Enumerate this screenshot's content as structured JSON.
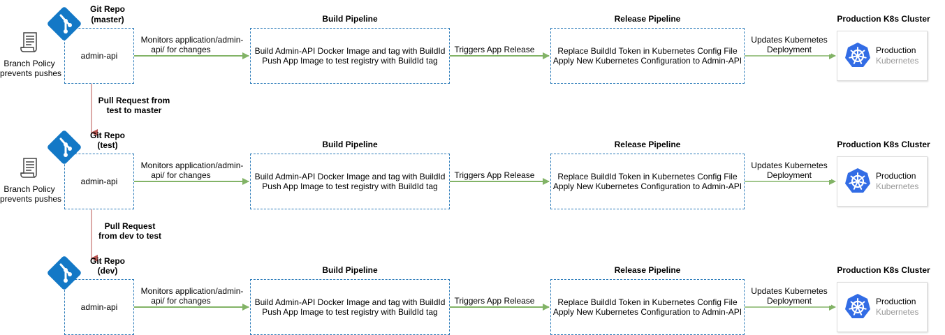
{
  "colors": {
    "dashed_border": "#2b7bb9",
    "git_blue": "#1378c6",
    "flow_arrow": "#82b366",
    "pr_arrow": "#b85450",
    "k8s_blue": "#326ce5"
  },
  "rows": [
    {
      "repo_title": "Git Repo",
      "repo_branch": "(master)",
      "repo_box_label": "admin-api",
      "policy_line1": "Branch Policy",
      "policy_line2": "prevents pushes",
      "monitor_line1": "Monitors application/admin-",
      "monitor_line2": "api/ for changes",
      "build_header": "Build Pipeline",
      "build_line1": "Build Admin-API Docker Image and tag with BuildId",
      "build_line2": "Push App Image to test registry with BuildId tag",
      "trigger_label": "Triggers App Release",
      "release_header": "Release Pipeline",
      "release_line1": "Replace BuildId Token in Kubernetes Config File",
      "release_line2": "Apply New Kubernetes Configuration to Admin-API",
      "update_line1": "Updates Kubernetes",
      "update_line2": "Deployment",
      "cluster_header": "Production K8s Cluster",
      "cluster_label": "Production",
      "cluster_sub": "Kubernetes",
      "icons": [
        "git-icon",
        "policy-document-icon",
        "kubernetes-icon"
      ]
    },
    {
      "repo_title": "Git Repo",
      "repo_branch": "(test)",
      "repo_box_label": "admin-api",
      "policy_line1": "Branch Policy",
      "policy_line2": "prevents pushes",
      "monitor_line1": "Monitors application/admin-",
      "monitor_line2": "api/ for changes",
      "build_header": "Build Pipeline",
      "build_line1": "Build Admin-API Docker Image and tag with BuildId",
      "build_line2": "Push App Image to test registry with BuildId tag",
      "trigger_label": "Triggers App Release",
      "release_header": "Release Pipeline",
      "release_line1": "Replace BuildId Token in Kubernetes Config File",
      "release_line2": "Apply New Kubernetes Configuration to Admin-API",
      "update_line1": "Updates Kubernetes",
      "update_line2": "Deployment",
      "cluster_header": "Production K8s Cluster",
      "cluster_label": "Production",
      "cluster_sub": "Kubernetes",
      "icons": [
        "git-icon",
        "policy-document-icon",
        "kubernetes-icon"
      ]
    },
    {
      "repo_title": "Git Repo",
      "repo_branch": "(dev)",
      "repo_box_label": "admin-api",
      "monitor_line1": "Monitors application/admin-",
      "monitor_line2": "api/ for changes",
      "build_header": "Build Pipeline",
      "build_line1": "Build Admin-API Docker Image and tag with BuildId",
      "build_line2": "Push App Image to test registry with BuildId tag",
      "trigger_label": "Triggers App Release",
      "release_header": "Release Pipeline",
      "release_line1": "Replace BuildId Token in Kubernetes Config File",
      "release_line2": "Apply New Kubernetes Configuration to Admin-API",
      "update_line1": "Updates Kubernetes",
      "update_line2": "Deployment",
      "cluster_header": "Production K8s Cluster",
      "cluster_label": "Production",
      "cluster_sub": "Kubernetes",
      "icons": [
        "git-icon",
        "kubernetes-icon"
      ]
    }
  ],
  "pull_requests": [
    {
      "line1": "Pull Request from",
      "line2": "test to master"
    },
    {
      "line1": "Pull Request",
      "line2": "from dev to test"
    }
  ]
}
